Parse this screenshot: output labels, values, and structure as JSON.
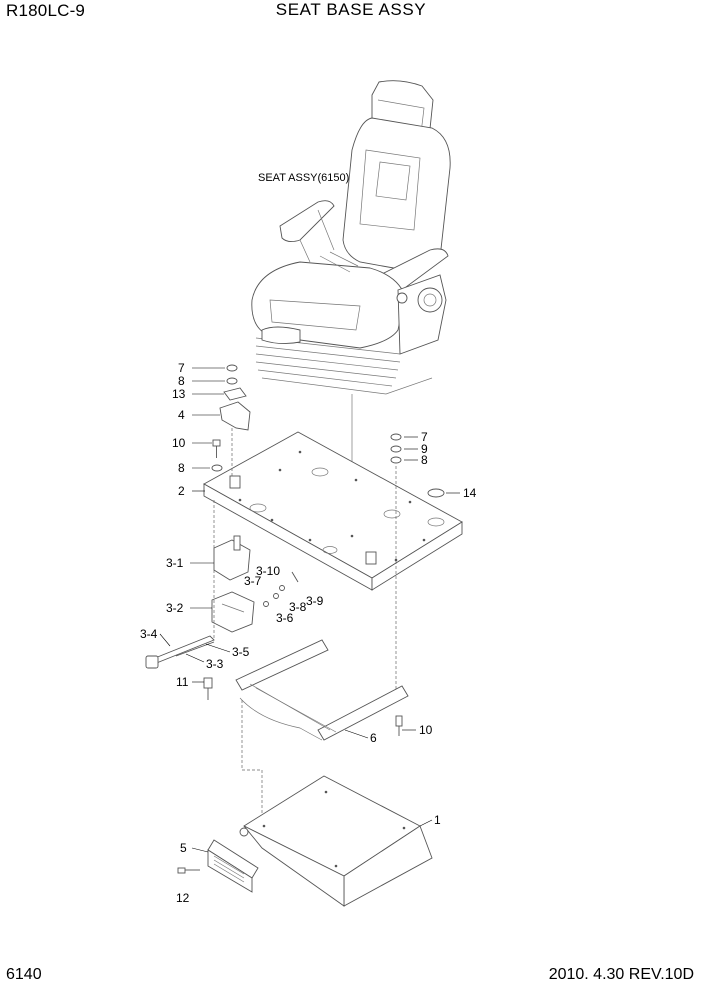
{
  "header": {
    "model": "R180LC-9",
    "title": "SEAT BASE ASSY"
  },
  "footer": {
    "page": "6140",
    "date": "2010. 4.30",
    "revision": "REV.10D"
  },
  "seat_label": "SEAT ASSY(6150)",
  "callouts": {
    "c7a": "7",
    "c8a": "8",
    "c13": "13",
    "c4": "4",
    "c10a": "10",
    "c8b": "8",
    "c2": "2",
    "c7b": "7",
    "c9": "9",
    "c8c": "8",
    "c14": "14",
    "c31": "3-1",
    "c310": "3-10",
    "c37": "3-7",
    "c38": "3-8",
    "c39": "3-9",
    "c36": "3-6",
    "c32": "3-2",
    "c34": "3-4",
    "c35": "3-5",
    "c33": "3-3",
    "c11": "11",
    "c6": "6",
    "c10b": "10",
    "c1": "1",
    "c5": "5",
    "c12": "12"
  }
}
